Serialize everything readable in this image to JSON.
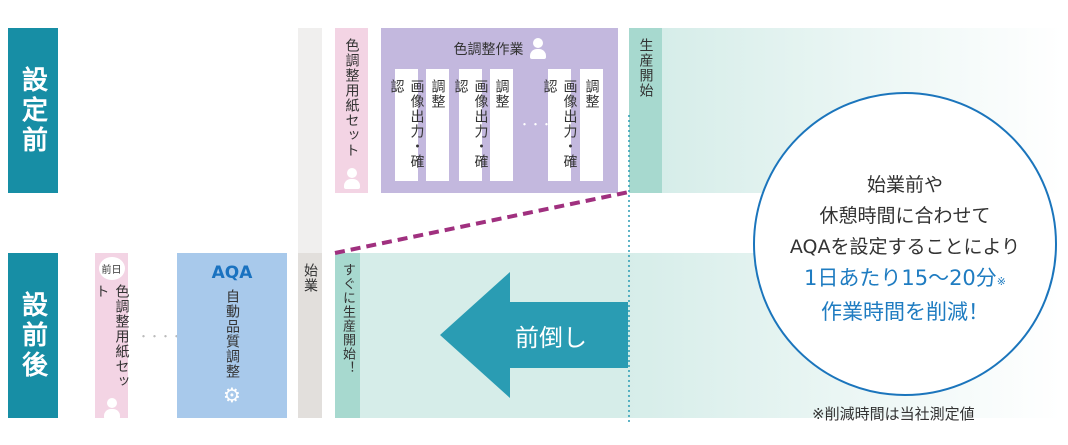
{
  "rows": {
    "before": "設定前",
    "after": "設前後"
  },
  "before": {
    "paper_set": "色調整用紙セット",
    "color_work_title": "色調整作業",
    "steps": [
      "画像出力・確認",
      "調整",
      "画像出力・確認",
      "調整",
      "画像出力・確認",
      "調整"
    ],
    "ellipsis": "・・・・",
    "production_start": "生産開始"
  },
  "after": {
    "prev_day_badge": "前日",
    "paper_set": "色調整用紙セット",
    "ellipsis": "・・・・・",
    "aqa_title": "AQA",
    "aqa_desc": "自動品質調整",
    "start_work": "始業",
    "immediate_start": "すぐに生産開始！",
    "arrow_label": "前倒し"
  },
  "callout": {
    "line1": "始業前や",
    "line2": "休憩時間に合わせて",
    "line3": "AQAを設定することにより",
    "highlight1": "1日あたり15〜20分",
    "note_mark": "※",
    "highlight2": "作業時間を削減！"
  },
  "footnote": "※削減時間は当社測定値",
  "colors": {
    "label": "#178ea5",
    "arrow": "#2a9cb3",
    "circle": "#1b75bc",
    "dash": "#a0307f"
  }
}
